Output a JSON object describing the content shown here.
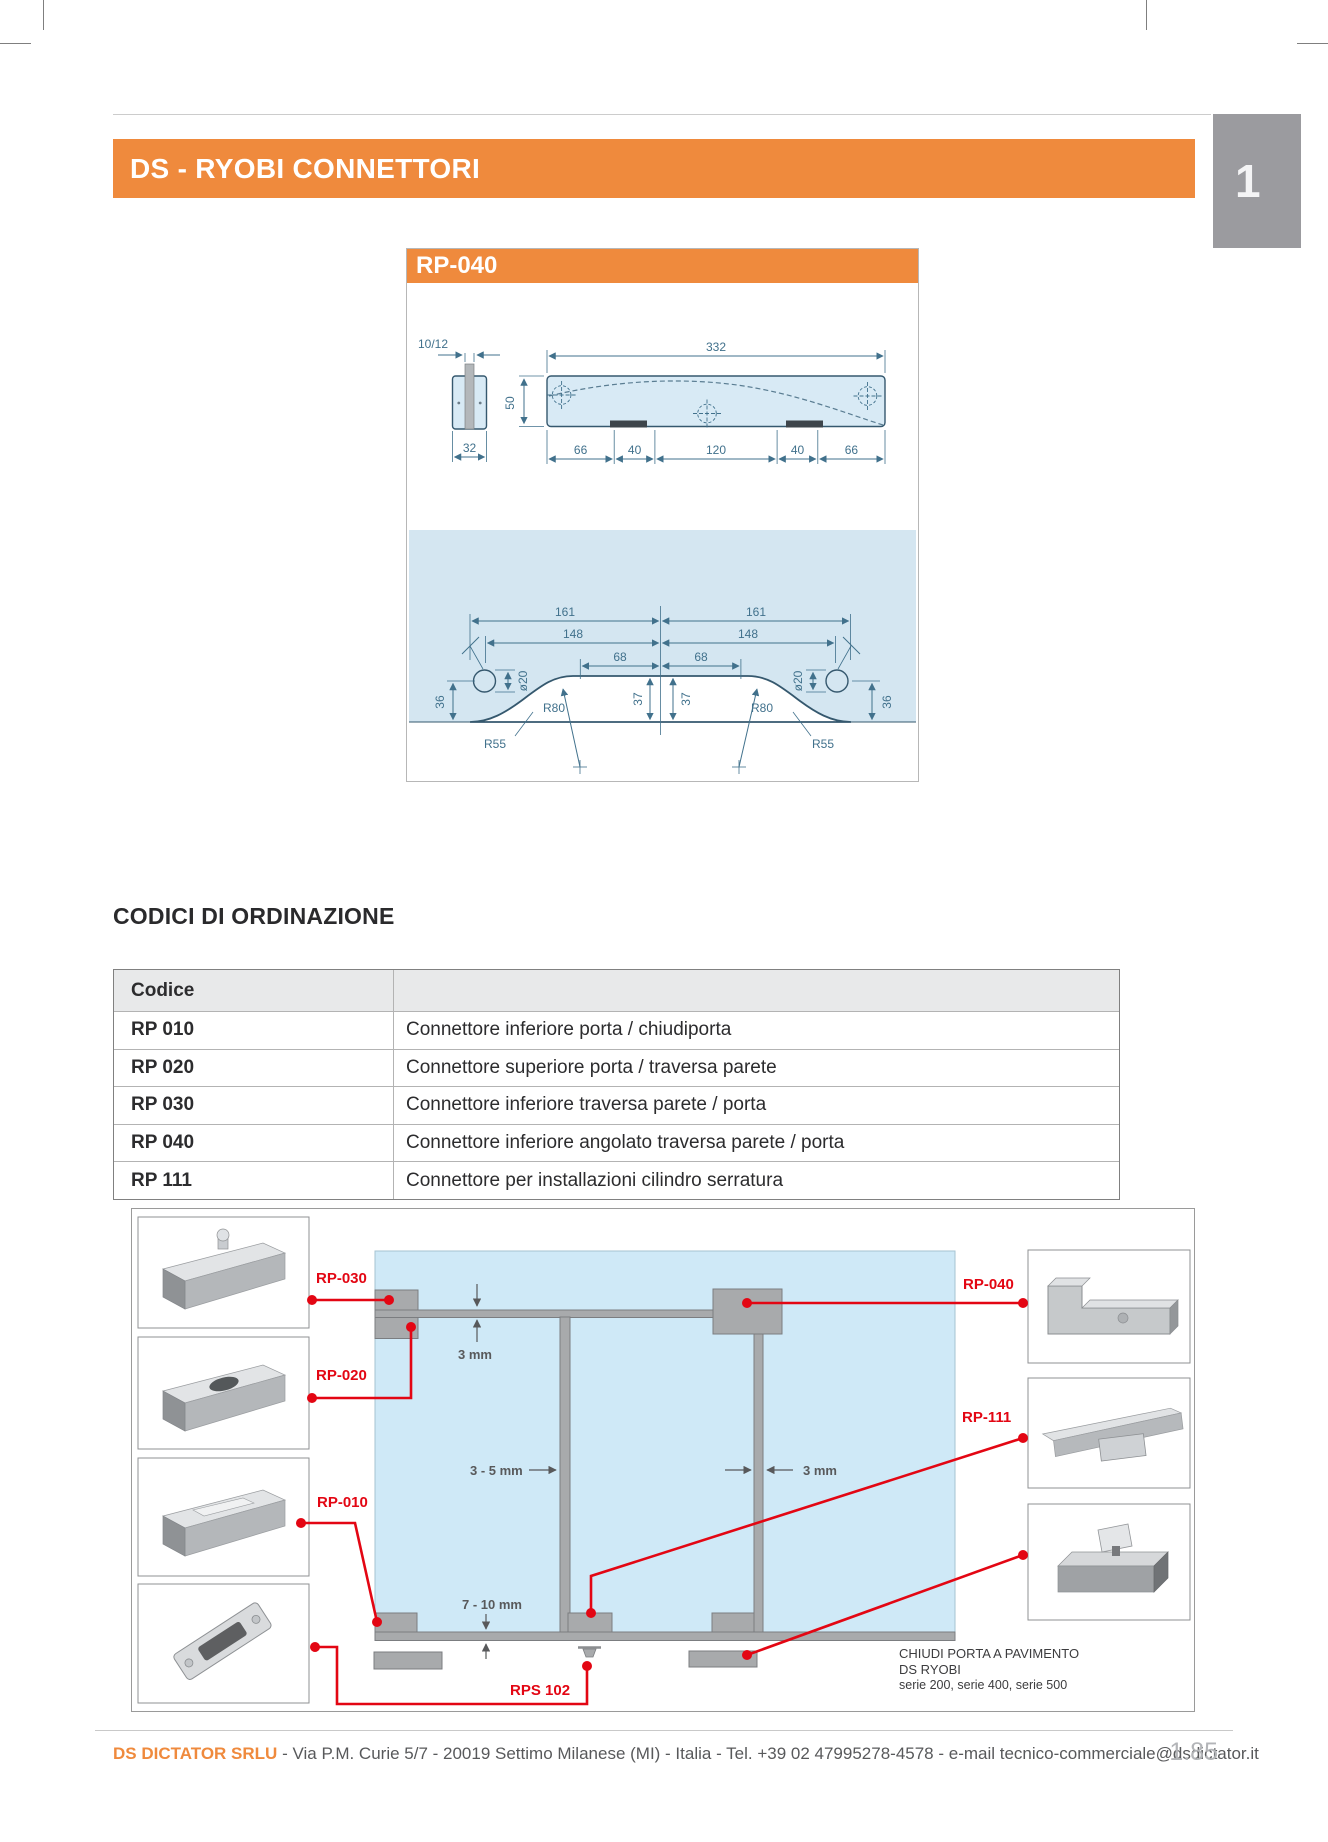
{
  "page": {
    "tab_number": "1",
    "page_number": "1.85"
  },
  "header": {
    "title": "DS - RYOBI CONNETTORI"
  },
  "drawing": {
    "title": "RP-040",
    "top_view": {
      "total_width": "332",
      "glass_thickness": "10/12",
      "side_width": "32",
      "height": "50",
      "seg1": "66",
      "seg2": "40",
      "seg3": "120",
      "seg4": "40",
      "seg5": "66"
    },
    "profile_view": {
      "span": "161",
      "hole_span": "148",
      "half_top": "68",
      "hole_dia": "ø20",
      "depth": "37",
      "edge_height": "36",
      "radius_top": "R80",
      "radius_bottom": "R55"
    }
  },
  "ordering": {
    "title": "CODICI DI ORDINAZIONE",
    "col_code": "Codice",
    "rows": [
      {
        "code": "RP 010",
        "desc": "Connettore inferiore porta / chiudiporta"
      },
      {
        "code": "RP 020",
        "desc": "Connettore superiore porta / traversa parete"
      },
      {
        "code": "RP 030",
        "desc": "Connettore inferiore traversa parete / porta"
      },
      {
        "code": "RP 040",
        "desc": "Connettore inferiore angolato traversa parete / porta"
      },
      {
        "code": "RP 111",
        "desc": "Connettore per installazioni cilindro serratura"
      }
    ]
  },
  "diagram": {
    "labels": {
      "rp030": "RP-030",
      "rp020": "RP-020",
      "rp010": "RP-010",
      "rp040": "RP-040",
      "rp111": "RP-111",
      "rps102": "RPS 102"
    },
    "dims": {
      "top_gap": "3 mm",
      "door_gap_left": "3 - 5 mm",
      "door_gap_right": "3 mm",
      "floor_gap": "7 - 10 mm"
    },
    "caption": {
      "line1": "CHIUDI PORTA A PAVIMENTO",
      "line2": "DS RYOBI",
      "line3": "serie 200, serie 400, serie 500"
    }
  },
  "footer": {
    "company": "DS DICTATOR SRLU",
    "info": "- Via P.M. Curie 5/7 - 20019 Settimo Milanese (MI) - Italia - Tel. +39 02 47995278-4578 - e-mail tecnico-commerciale@dsdictator.it"
  },
  "colors": {
    "accent_orange": "#EF8A3D",
    "accent_red": "#E30613",
    "tab_gray": "#9b9b9f",
    "glass_blue": "#cfe9f7"
  }
}
